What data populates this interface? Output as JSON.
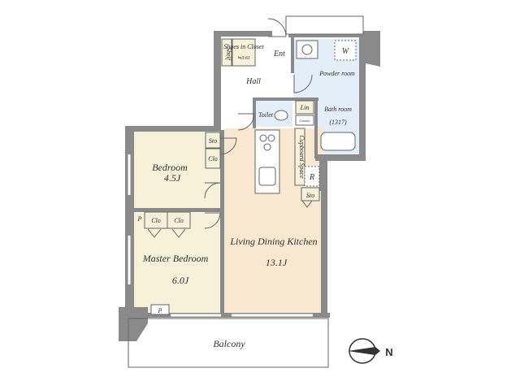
{
  "rooms": {
    "shoe_cl": "Shoes in Closet",
    "shoe_cl_size": "≒0.6J",
    "shelf": "Shelf",
    "entrance": "Ent",
    "hall": "Hall",
    "washer": "W",
    "powder": "Powder room",
    "toilet": "Toilet",
    "linen": "Lin",
    "counter": "Counter",
    "bath": "Bath room",
    "bath_size": "(1317)",
    "storage_bedroom": "Sto",
    "closet_bedroom": "Clo",
    "bedroom": "Bedroom",
    "bedroom_size": "4.5J",
    "cupboard": "Cupboard Space",
    "refrigerator": "R",
    "storage_kitchen": "Sto",
    "pipe_space_1": "P",
    "closet_master_1": "Clo",
    "closet_master_2": "Clo",
    "master_bedroom": "Master Bedroom",
    "master_size": "6.0J",
    "ldk": "Living Dining Kitchen",
    "ldk_size": "13.1J",
    "pipe_space_2": "P",
    "balcony": "Balcony"
  },
  "compass": {
    "letter": "N"
  },
  "colors": {
    "wall": "#8a8a8a",
    "floor_wood": "#f9e8d0",
    "floor_room": "#f6f1d8",
    "floor_wet": "#e4eef8",
    "outline": "#666666"
  }
}
